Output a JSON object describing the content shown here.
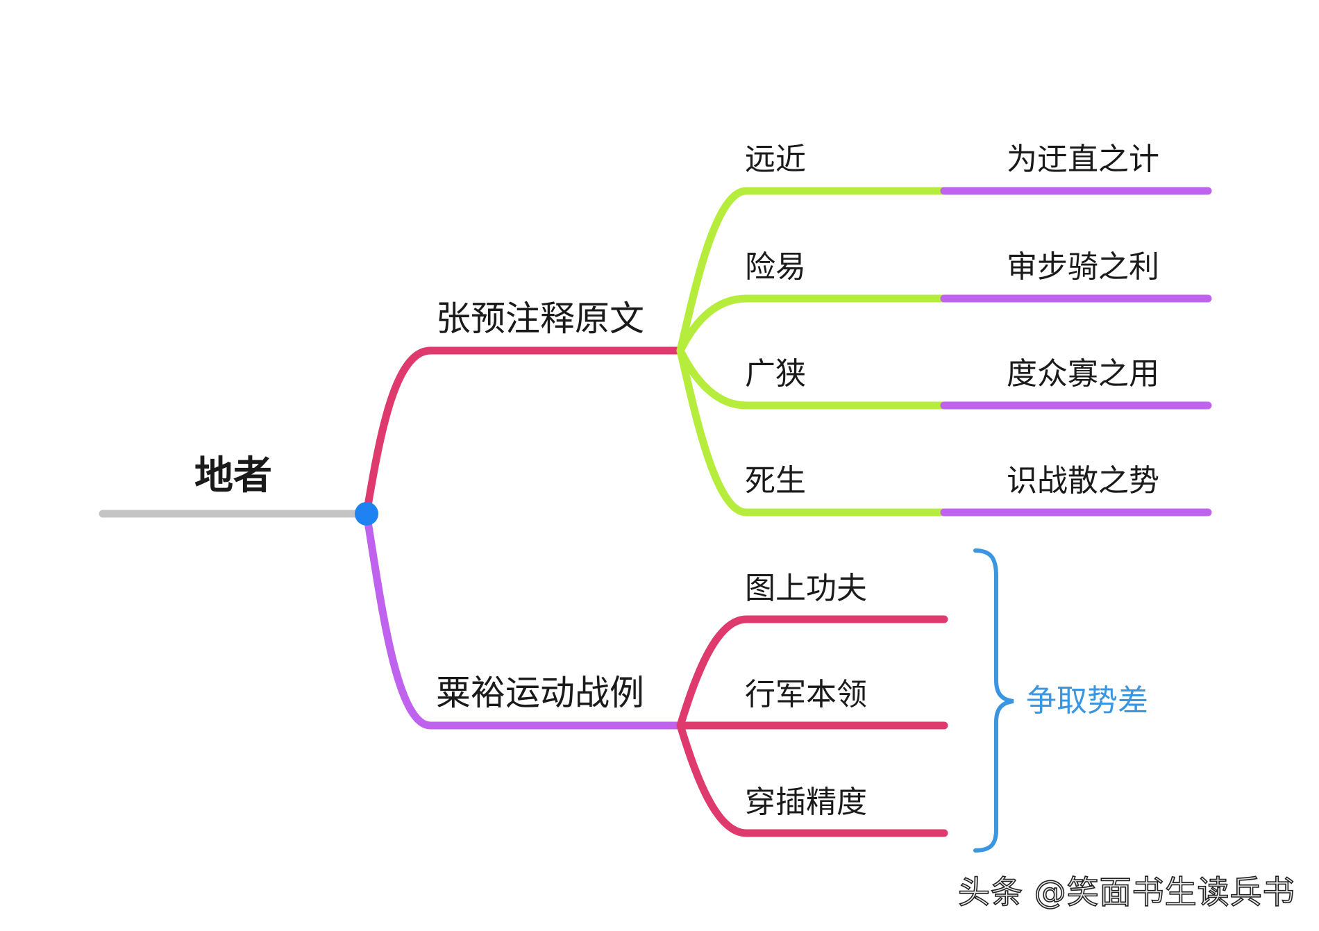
{
  "root": {
    "label": "地者"
  },
  "branches": [
    {
      "label": "张预注释原文",
      "children": [
        {
          "label": "远近",
          "result": "为迂直之计"
        },
        {
          "label": "险易",
          "result": "审步骑之利"
        },
        {
          "label": "广狭",
          "result": "度众寡之用"
        },
        {
          "label": "死生",
          "result": "识战散之势"
        }
      ]
    },
    {
      "label": "粟裕运动战例",
      "children": [
        {
          "label": "图上功夫"
        },
        {
          "label": "行军本领"
        },
        {
          "label": "穿插精度"
        }
      ],
      "brace_label": "争取势差"
    }
  ],
  "watermark": "头条 @笑面书生读兵书",
  "colors": {
    "root_line": "#c4c4c4",
    "node_dot": "#1f82f2",
    "branch1": "#de3a6e",
    "branch2": "#bf63ee",
    "branch1_children": "#b6ec3c",
    "branch1_results": "#bf63ee",
    "branch2_children": "#de3a6e",
    "brace": "#3a96e0"
  }
}
